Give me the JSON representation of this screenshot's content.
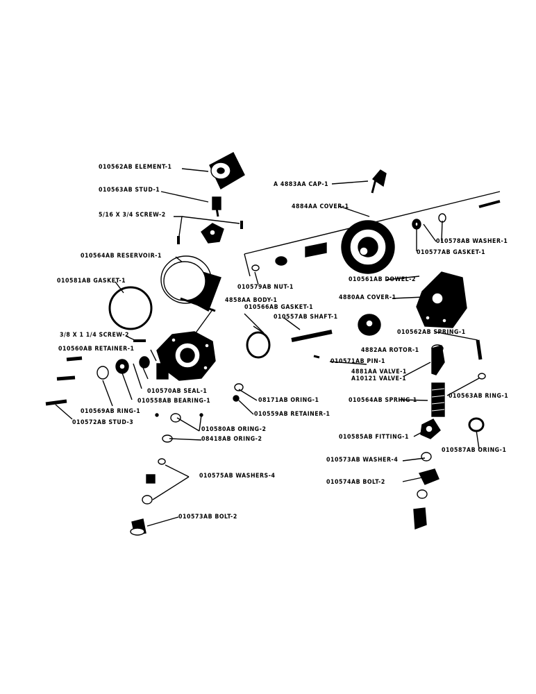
{
  "diagram": {
    "labels": {
      "element": "010562AB ELEMENT-1",
      "stud": "010563AB STUD-1",
      "screw_top": "5/16 X 3/4 SCREW-2",
      "reservoir": "010564AB RESERVOIR-1",
      "gasket_left": "010581AB GASKET-1",
      "screw_left": "3/8 X 1 1/4 SCREW-2",
      "retainer_left": "010560AB RETAINER-1",
      "seal": "010570AB SEAL-1",
      "bearing": "010558AB BEARING-1",
      "ring_left": "010569AB RING-1",
      "stud_bottom": "010572AB STUD-3",
      "oring_left": "010580AB ORING-2",
      "oring_841": "08418AB ORING-2",
      "washers": "010575AB WASHERS-4",
      "bolt_left": "010573AB BOLT-2",
      "cap": "A 4883AA CAP-1",
      "cover_top": "4884AA COVER-1",
      "washer_top": "010578AB WASHER-1",
      "gasket_top": "010577AB GASKET-1",
      "nut": "010579AB NUT-1",
      "body": "4858AA BODY-1",
      "gasket_mid": "010566AB GASKET-1",
      "shaft": "010557AB SHAFT-1",
      "dowel": "010561AB DOWEL-2",
      "cover_right": "4880AA COVER-1",
      "rotor": "4882AA ROTOR-1",
      "spring_top": "010562AB SPRING-1",
      "pin": "010571AB PIN-1",
      "valve_a": "4881AA VALVE-1",
      "valve_b": "A10121 VALVE-1",
      "oring_mid": "08171AB ORING-1",
      "retainer_mid": "010559AB RETAINER-1",
      "spring_mid": "010564AB SPRING-1",
      "ring_right": "010563AB RING-1",
      "fitting": "010585AB FITTING-1",
      "oring_right": "010587AB ORING-1",
      "washer_right": "010573AB WASHER-4",
      "bolt_right": "010574AB BOLT-2"
    }
  }
}
